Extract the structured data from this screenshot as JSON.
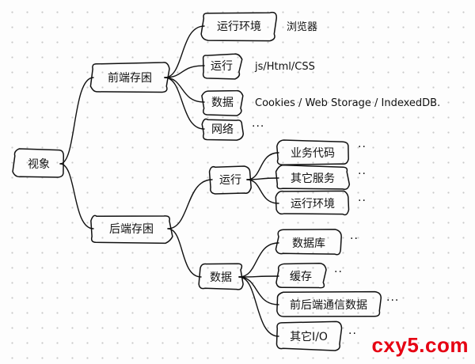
{
  "diagram": {
    "root": {
      "id": "n-root",
      "label": "视象"
    },
    "nodes": [
      {
        "id": "n-frontend",
        "label": "前端存困"
      },
      {
        "id": "n-fe-env",
        "label": "运行环境"
      },
      {
        "id": "n-fe-run",
        "label": "运行"
      },
      {
        "id": "n-fe-data",
        "label": "数据"
      },
      {
        "id": "n-fe-net",
        "label": "网络"
      },
      {
        "id": "n-backend",
        "label": "后端存困"
      },
      {
        "id": "n-be-run",
        "label": "运行"
      },
      {
        "id": "n-be-biz",
        "label": "业务代码"
      },
      {
        "id": "n-be-other-svc",
        "label": "其它服务"
      },
      {
        "id": "n-be-env",
        "label": "运行环境"
      },
      {
        "id": "n-be-data",
        "label": "数据"
      },
      {
        "id": "n-be-db",
        "label": "数据库"
      },
      {
        "id": "n-be-cache",
        "label": "缓存"
      },
      {
        "id": "n-be-fb",
        "label": "前后端通信数据"
      },
      {
        "id": "n-be-io",
        "label": "其它I/O"
      }
    ],
    "notes": [
      {
        "id": "t-browser",
        "label": "浏览器"
      },
      {
        "id": "t-js",
        "label": "js/Html/CSS"
      },
      {
        "id": "t-storage",
        "label": "Cookies / Web Storage / IndexedDB."
      },
      {
        "id": "t-net",
        "label": "···"
      },
      {
        "id": "t-biz",
        "label": "··"
      },
      {
        "id": "t-other-svc",
        "label": "··"
      },
      {
        "id": "t-env",
        "label": "··"
      },
      {
        "id": "t-db",
        "label": "··"
      },
      {
        "id": "t-cache",
        "label": "··"
      },
      {
        "id": "t-fb",
        "label": "···"
      },
      {
        "id": "t-io",
        "label": "··"
      }
    ],
    "edges": [
      {
        "from": "n-root",
        "to": "n-frontend"
      },
      {
        "from": "n-root",
        "to": "n-backend"
      },
      {
        "from": "n-frontend",
        "to": "n-fe-env"
      },
      {
        "from": "n-frontend",
        "to": "n-fe-run"
      },
      {
        "from": "n-frontend",
        "to": "n-fe-data"
      },
      {
        "from": "n-frontend",
        "to": "n-fe-net"
      },
      {
        "from": "n-backend",
        "to": "n-be-run"
      },
      {
        "from": "n-backend",
        "to": "n-be-data"
      },
      {
        "from": "n-be-run",
        "to": "n-be-biz"
      },
      {
        "from": "n-be-run",
        "to": "n-be-other-svc"
      },
      {
        "from": "n-be-run",
        "to": "n-be-env"
      },
      {
        "from": "n-be-data",
        "to": "n-be-db"
      },
      {
        "from": "n-be-data",
        "to": "n-be-cache"
      },
      {
        "from": "n-be-data",
        "to": "n-be-fb"
      },
      {
        "from": "n-be-data",
        "to": "n-be-io"
      }
    ]
  },
  "watermark": "cxy5.com"
}
